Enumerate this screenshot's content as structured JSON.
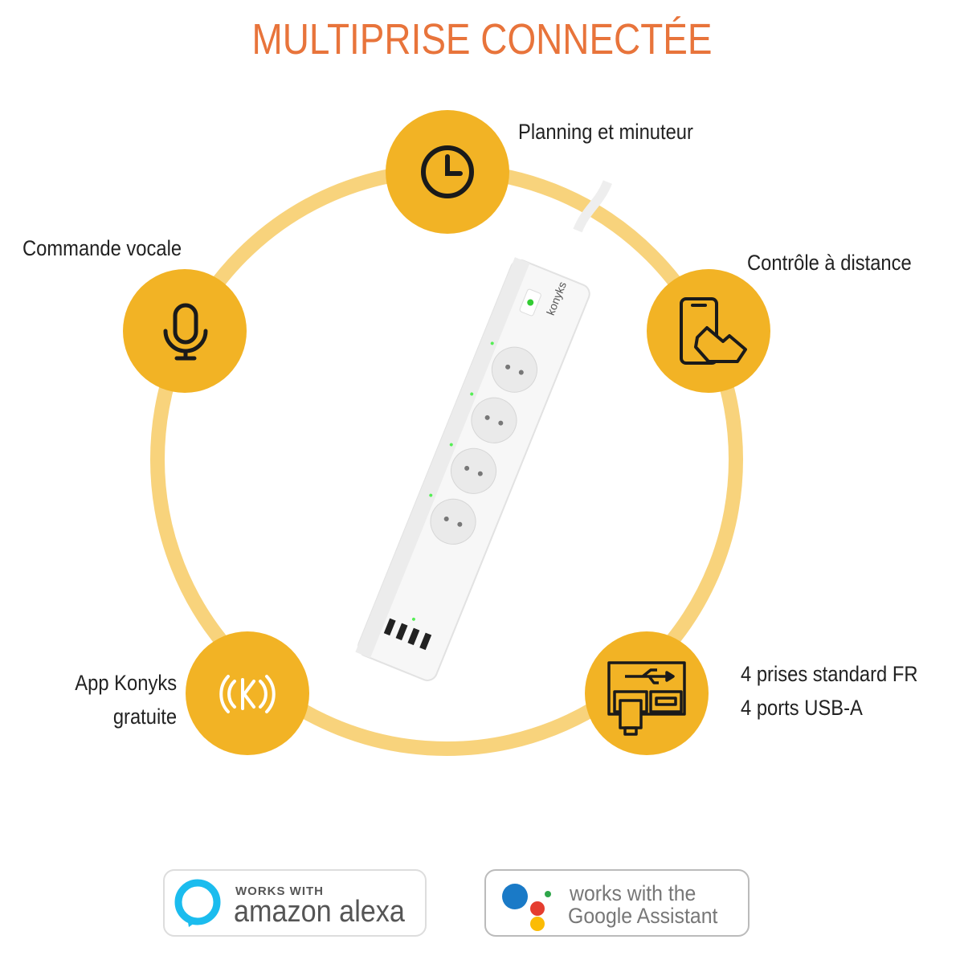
{
  "title": "MULTIPRISE CONNECTÉE",
  "features": {
    "schedule": {
      "label": "Planning et minuteur",
      "icon": "clock-icon"
    },
    "voice": {
      "label": "Commande vocale",
      "icon": "microphone-icon"
    },
    "remote": {
      "label": "Contrôle à distance",
      "icon": "phone-touch-icon"
    },
    "app": {
      "line1": "App Konyks",
      "line2": "gratuite",
      "icon": "konyks-logo-icon"
    },
    "ports": {
      "line1": "4 prises standard FR",
      "line2": "4 ports USB-A",
      "icon": "usb-ports-icon"
    }
  },
  "product": {
    "brand": "konyks"
  },
  "badges": {
    "alexa": {
      "small": "WORKS WITH",
      "big": "amazon alexa"
    },
    "google": {
      "line1": "works with the",
      "line2": "Google Assistant"
    }
  },
  "colors": {
    "accent": "#F2B325",
    "ring": "#F8D37C",
    "title": "#E8743B"
  }
}
